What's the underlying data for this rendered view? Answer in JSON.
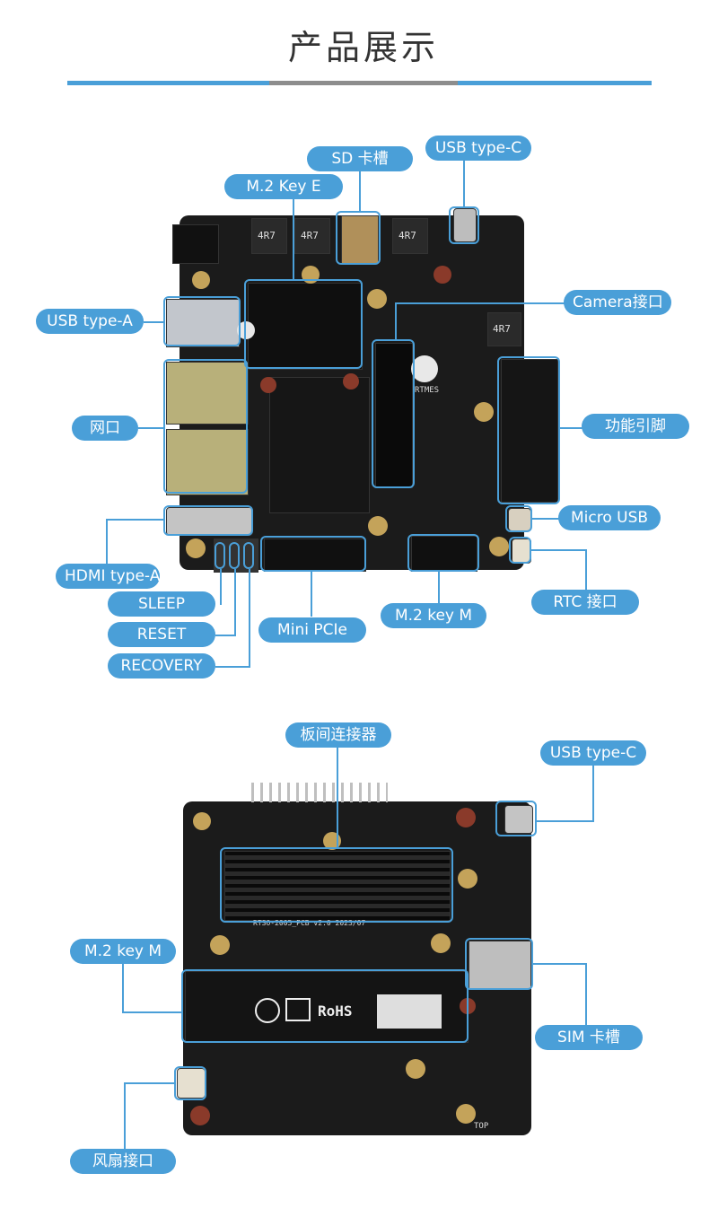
{
  "page": {
    "title": "产品展示"
  },
  "colors": {
    "accent": "#4a9fd8",
    "bar_mid": "#8d8d8d",
    "label_bg": "#4a9fd8",
    "board": "#1b1b1b"
  },
  "front": {
    "labels": {
      "sd": "SD 卡槽",
      "usb_c": "USB type-C",
      "m2_key_e": "M.2 Key E",
      "usb_a": "USB type-A",
      "camera": "Camera接口",
      "ethernet": "网口",
      "gpio": "功能引脚",
      "micro_usb": "Micro USB",
      "hdmi": "HDMI type-A",
      "rtc": "RTC 接口",
      "sleep": "SLEEP",
      "m2_key_m": "M.2 key M",
      "mini_pcie": "Mini PCIe",
      "reset": "RESET",
      "recovery": "RECOVERY"
    },
    "silkscreen": {
      "inductor": "4R7",
      "brand": "RTMES"
    }
  },
  "back": {
    "labels": {
      "b2b": "板间连接器",
      "usb_c": "USB type-C",
      "m2_key_m": "M.2 key M",
      "sim": "SIM 卡槽",
      "fan": "风扇接口"
    },
    "silkscreen": {
      "rohs": "RoHS",
      "pcb": "RTSO-2005_PCB v2.0 2023/07",
      "top": "TOP"
    }
  }
}
